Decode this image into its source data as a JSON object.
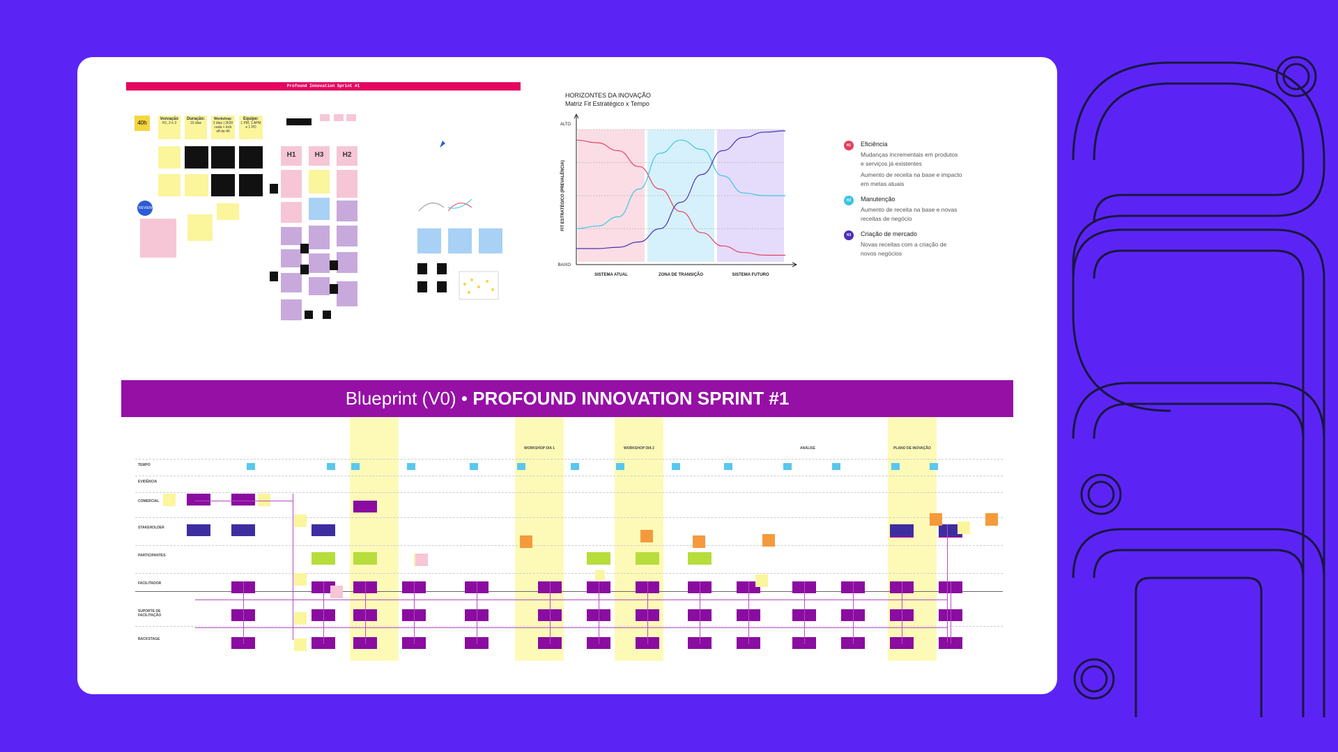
{
  "sprint_doc": {
    "banner": "Profound Innovation Sprint #1",
    "hours": "40h",
    "notes": [
      {
        "title": "Inovação",
        "text": "H1, 2 e 3"
      },
      {
        "title": "Duração:",
        "text": "15 dias"
      },
      {
        "title": "Workshop:",
        "text": "2 dias | 3h30 cada + kick off de 4h"
      },
      {
        "title": "Equipe:",
        "text": "1 PM, 1 APM e 1 PD"
      }
    ],
    "horizons": [
      "H1",
      "H3",
      "H2"
    ],
    "badge": "REVIEW"
  },
  "chart": {
    "title": "HORIZONTES DA INOVAÇÃO",
    "subtitle": "Matriz Fit Estratégico x Tempo",
    "colors": {
      "h1": "#e4405f",
      "h2": "#3cc4e6",
      "h3": "#4a2fb8"
    }
  },
  "chart_data": {
    "type": "line",
    "x": [
      0,
      0.1,
      0.2,
      0.3,
      0.4,
      0.5,
      0.6,
      0.7,
      0.8,
      0.9,
      1.0
    ],
    "ylabel": "FIT ESTRATÉGICO (PREVALÊNCIA)",
    "y_ticks": [
      "BAIXO",
      "ALTO"
    ],
    "zones": [
      "SISTEMA ATUAL",
      "ZONA DE TRANSIÇÃO",
      "SISTEMA FUTURO"
    ],
    "ylim": [
      0,
      1
    ],
    "series": [
      {
        "key": "h1",
        "values": [
          0.92,
          0.9,
          0.84,
          0.72,
          0.55,
          0.38,
          0.22,
          0.12,
          0.07,
          0.05,
          0.05
        ]
      },
      {
        "key": "h2",
        "values": [
          0.25,
          0.27,
          0.34,
          0.55,
          0.82,
          0.92,
          0.85,
          0.65,
          0.52,
          0.5,
          0.5
        ]
      },
      {
        "key": "h3",
        "values": [
          0.1,
          0.1,
          0.11,
          0.15,
          0.25,
          0.45,
          0.66,
          0.84,
          0.94,
          0.98,
          0.99
        ]
      }
    ]
  },
  "legend": [
    {
      "badge": "H1",
      "title": "Eficiência",
      "texts": [
        "Mudanças incrementais em produtos e serviços já existentes",
        "Aumento de receita na base e impacto em metas atuais"
      ]
    },
    {
      "badge": "H2",
      "title": "Manutenção",
      "texts": [
        "Aumento de receita na base e novas receitas de negócio"
      ]
    },
    {
      "badge": "H3",
      "title": "Criação de mercado",
      "texts": [
        "Novas receitas com a criação de novos negócios"
      ]
    }
  ],
  "blueprint": {
    "title_light": "Blueprint (V0) • ",
    "title_bold": "PROFOUND INNOVATION SPRINT #1",
    "lanes": [
      "TEMPO",
      "EVIDÊNCIA",
      "COMERCIAL",
      "STAKEHOLDER",
      "PARTICIPANTES",
      "FACILITADOR",
      "SUPORTE DE FACILITAÇÃO",
      "BACKSTAGE"
    ],
    "phases": [
      "WORKSHOP DIA 1",
      "WORKSHOP DIA 2",
      "ANÁLISE",
      "PLANO DE INOVAÇÃO"
    ]
  }
}
